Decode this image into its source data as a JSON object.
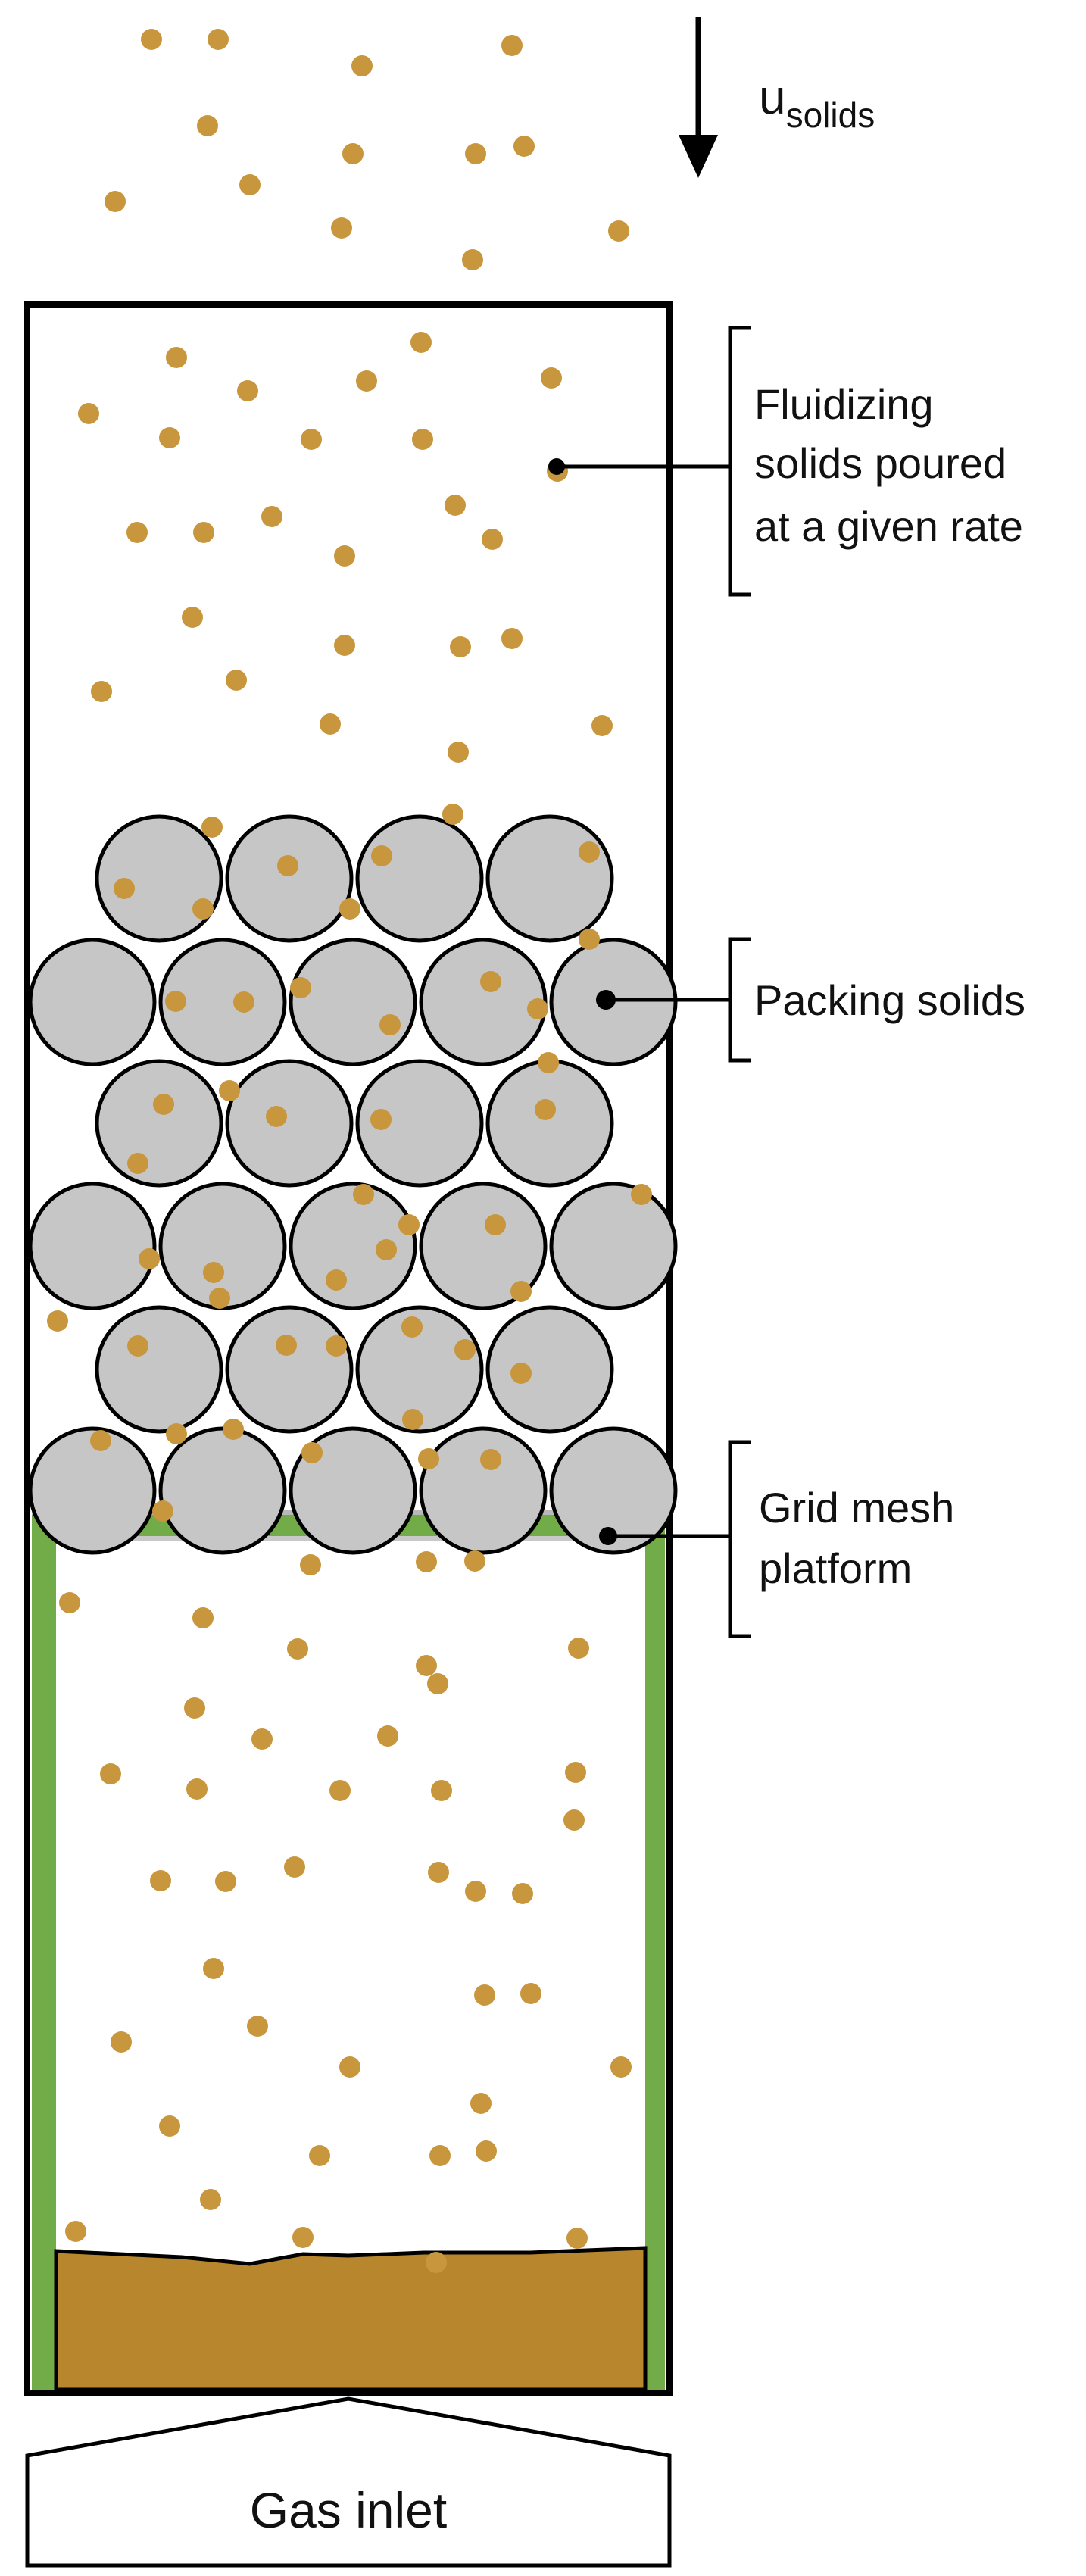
{
  "labels": {
    "velocity_main": "u",
    "velocity_sub": "solids",
    "fluidizing_line1": "Fluidizing",
    "fluidizing_line2": "solids poured",
    "fluidizing_line3": "at a given rate",
    "packing": "Packing solids",
    "grid_line1": "Grid mesh",
    "grid_line2": "platform",
    "gas_inlet": "Gas inlet"
  },
  "colors": {
    "fluidizing_particle": "#C8963C",
    "packing_solid_fill": "#C6C6C6",
    "packing_solid_stroke": "#000000",
    "grid_platform": "#72AC48",
    "settled_bed": "#B8862C",
    "outline": "#000000"
  }
}
